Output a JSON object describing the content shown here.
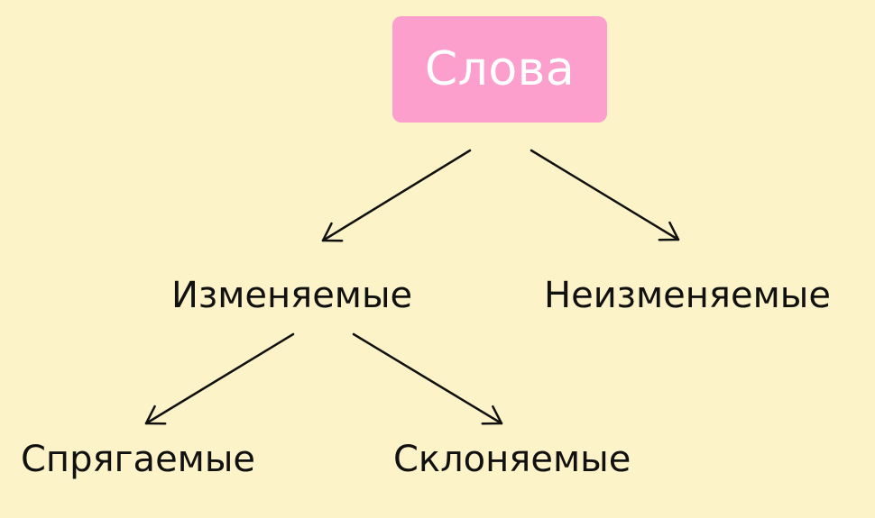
{
  "root": {
    "label": "Слова"
  },
  "nodes": {
    "changeable": "Изменяемые",
    "unchangeable": "Неизменяемые",
    "conjugated": "Спрягаемые",
    "declined": "Склоняемые"
  },
  "colors": {
    "background": "#fdf3c8",
    "root_fill": "#fd9fcc",
    "root_text": "#ffffff",
    "text": "#111111",
    "arrow": "#111111"
  }
}
